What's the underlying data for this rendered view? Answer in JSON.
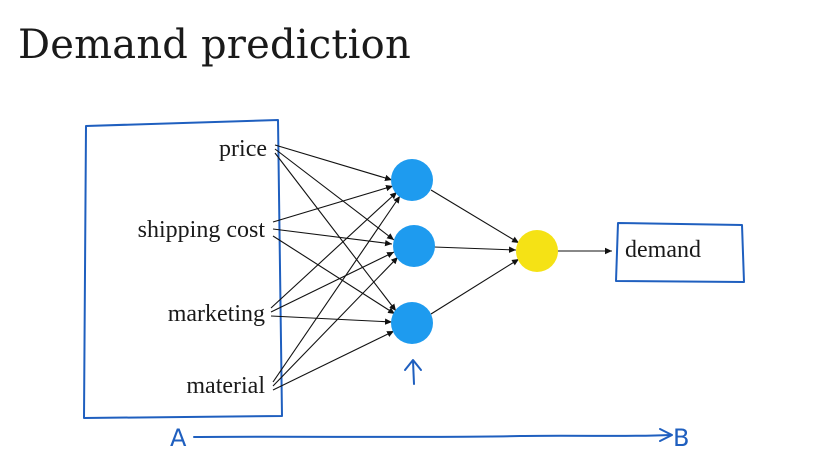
{
  "title": "Demand prediction",
  "inputs": [
    "price",
    "shipping cost",
    "marketing",
    "material"
  ],
  "output": "demand",
  "annotations": {
    "start": "A",
    "end": "B"
  },
  "colors": {
    "hidden_node": "#1e9bef",
    "output_node": "#f5e215",
    "ink": "#1f5fbf"
  },
  "icons": [
    "up-arrow-icon"
  ]
}
